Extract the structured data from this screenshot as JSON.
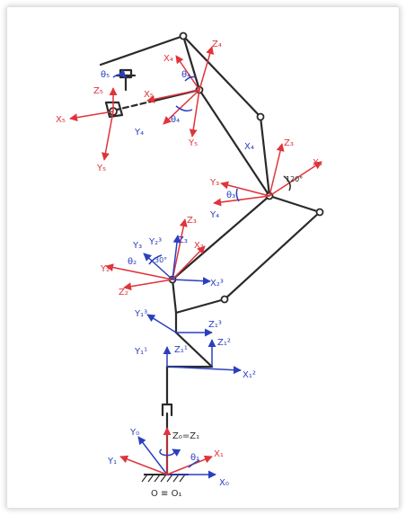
{
  "colors": {
    "link": "#2a2a2a",
    "red_frame": "#e0343a",
    "blue_frame": "#2a3fbf",
    "background": "#ffffff"
  },
  "labels": {
    "base": "O ≡ O₁",
    "x0": "X₀",
    "y0": "Y₀",
    "z0z1": "Z₀=Z₁",
    "x1": "X₁",
    "y1": "Y₁",
    "theta1": "θ₁",
    "x1_2": "X₁²",
    "y1_1": "Y₁¹",
    "z1_1": "Z₁¹",
    "z1_2": "Z₁²",
    "y1_3": "Y₁³",
    "z1_3": "Z₁³",
    "x2_3": "X₂³",
    "y2": "Y₂",
    "z2": "Z₂",
    "x2": "X₂",
    "y3": "Y₃",
    "z3": "Z₃",
    "y3_2": "Y₂³",
    "z3b": "Z₃",
    "theta2": "θ₂",
    "angle30": "30°",
    "x3": "X₃",
    "z3_top": "Z₃",
    "y3_top": "Y₃",
    "theta3": "θ₃",
    "y4_low": "Y₄",
    "x4_mid": "X₄",
    "angle120": "120°",
    "z4": "Z₄",
    "x4": "X₄",
    "theta4_top": "θ₄",
    "theta4_bot": "θ₄",
    "x5_mid": "X₅",
    "y4": "Y₄",
    "y5_mid": "Y₅",
    "z5": "Z₅",
    "theta5": "θ₅",
    "x5": "X₅",
    "y5": "Y₅"
  }
}
